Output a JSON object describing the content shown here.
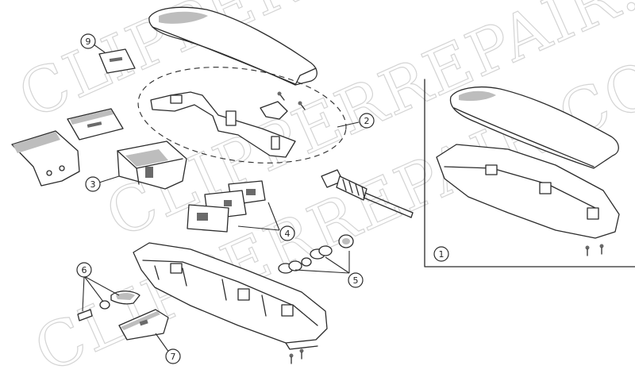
{
  "watermark": {
    "text_1": "CLIPPERREPAIR.COM",
    "text_2": "CLIPPERREPAIR.COM",
    "text_3": "CLIPPERREPAIR.COM"
  },
  "callouts": {
    "c1": "1",
    "c2": "2",
    "c3": "3",
    "c4": "4",
    "c5": "5",
    "c6": "6",
    "c7": "7",
    "c9": "9"
  },
  "colors": {
    "line": "#2b2b2b",
    "shade": "#bdbdbd",
    "watermark": "#d4d4d4"
  }
}
